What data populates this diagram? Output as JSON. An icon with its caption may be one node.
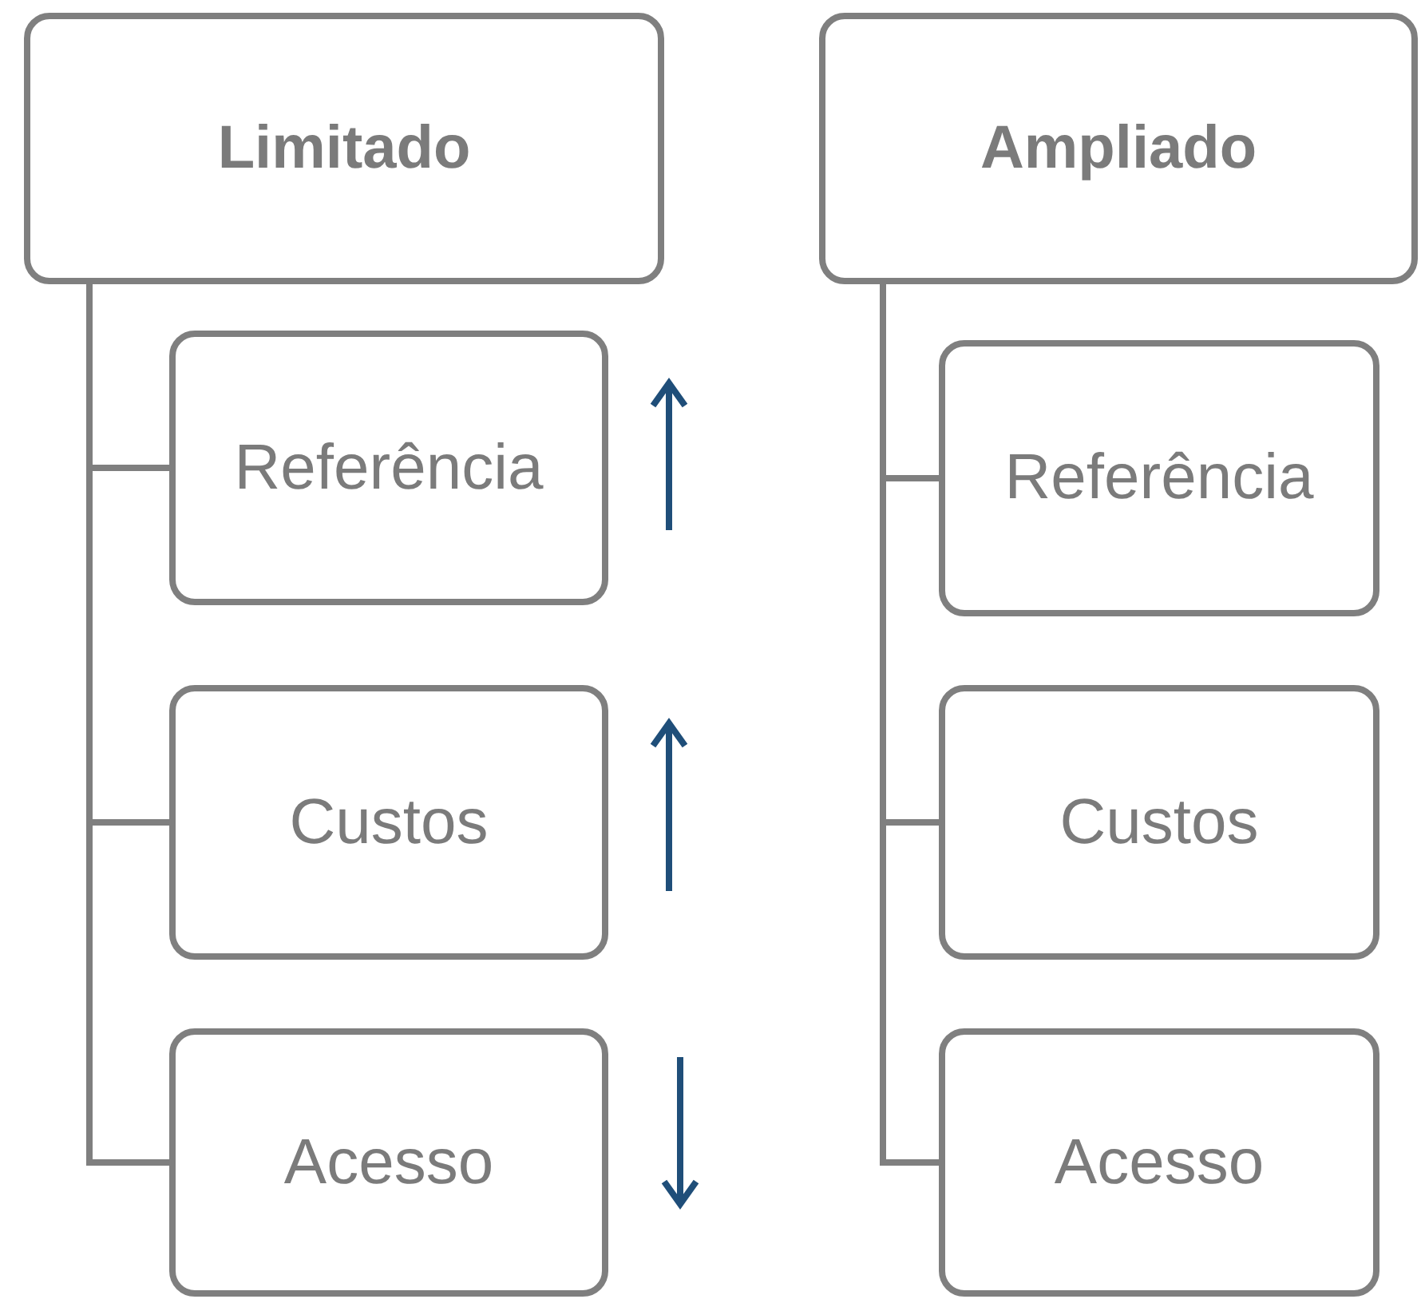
{
  "diagram": {
    "nodes": [
      {
        "text": [
          "Limitado"
        ]
      },
      {
        "text": [
          "Referência"
        ]
      },
      {
        "text": [
          "Custos"
        ]
      },
      {
        "text": [
          "Acesso"
        ]
      },
      {
        "text": [
          "Ampliado"
        ]
      },
      {
        "text": [
          "Referência"
        ]
      },
      {
        "text": [
          "Custos"
        ]
      },
      {
        "text": [
          "Acesso"
        ]
      }
    ],
    "edges": [
      {
        "from": 0,
        "to": 1,
        "arrow": "none"
      },
      {
        "from": 0,
        "to": 2,
        "arrow": "none"
      },
      {
        "from": 0,
        "to": 3,
        "arrow": "none"
      },
      {
        "from": 4,
        "to": 5,
        "arrow": "none"
      },
      {
        "from": 4,
        "to": 6,
        "arrow": "none"
      },
      {
        "from": 4,
        "to": 7,
        "arrow": "none"
      }
    ]
  }
}
